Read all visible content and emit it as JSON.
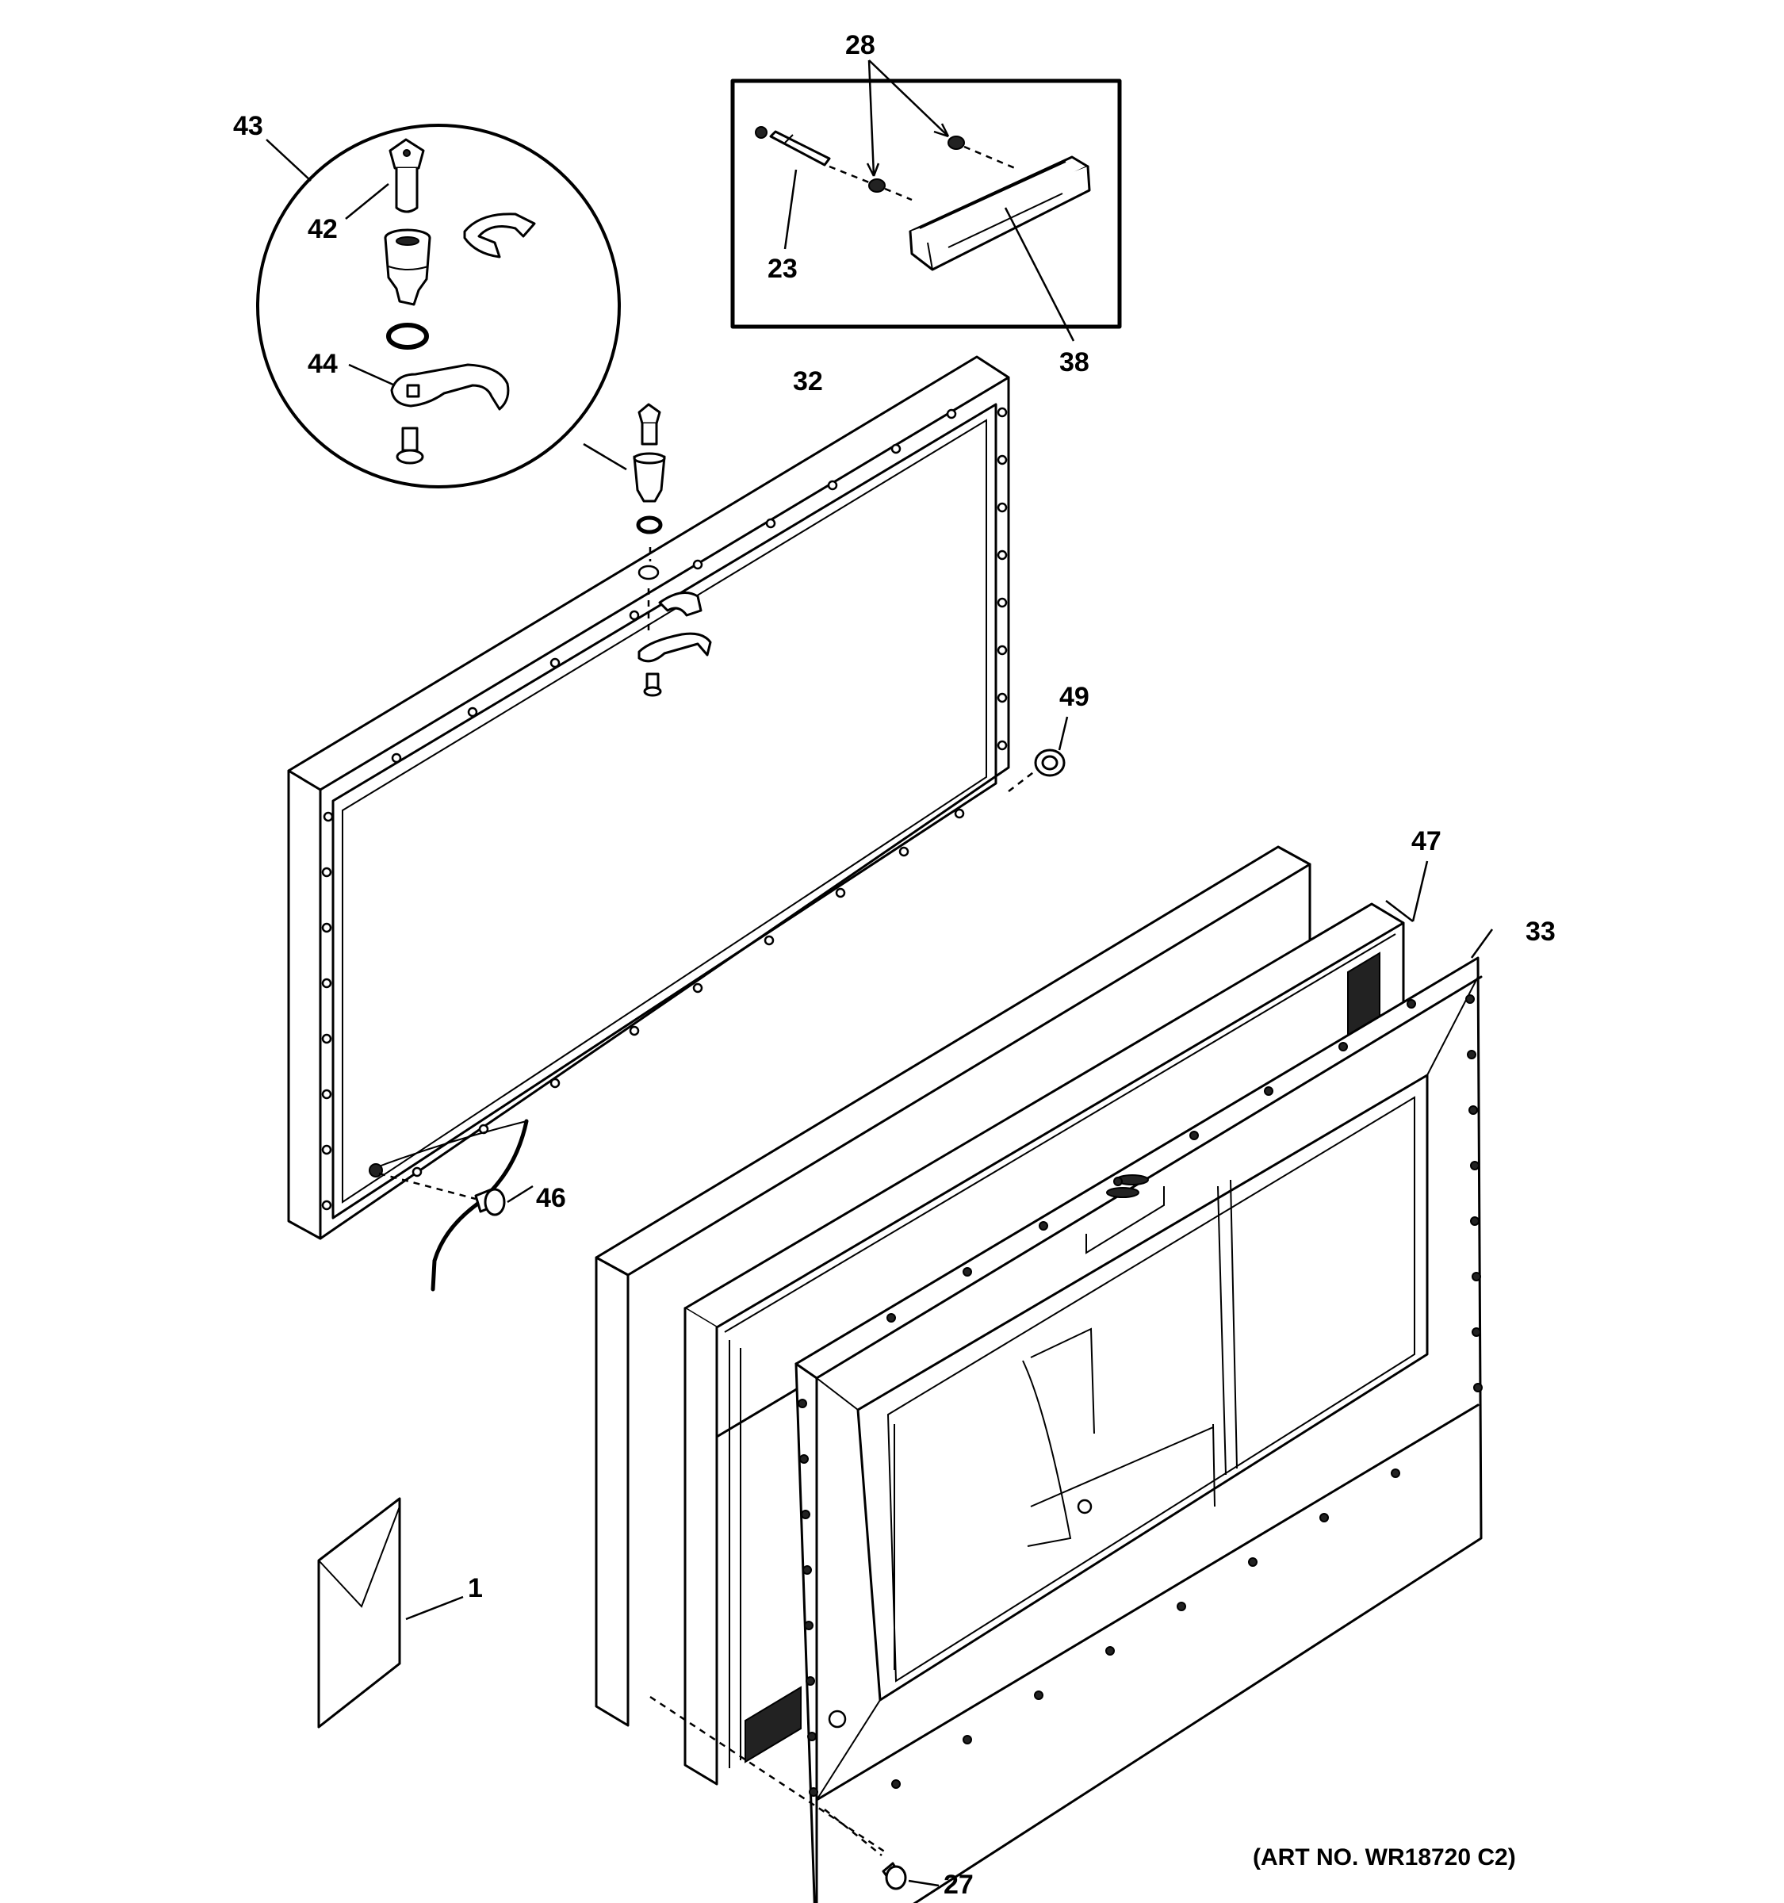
{
  "diagram": {
    "art_number": "(ART NO. WR18720 C2)",
    "callouts": {
      "c1": "1",
      "c23": "23",
      "c27": "27",
      "c28": "28",
      "c32": "32",
      "c33": "33",
      "c38": "38",
      "c42": "42",
      "c43": "43",
      "c44": "44",
      "c46": "46",
      "c47": "47",
      "c49": "49"
    }
  }
}
